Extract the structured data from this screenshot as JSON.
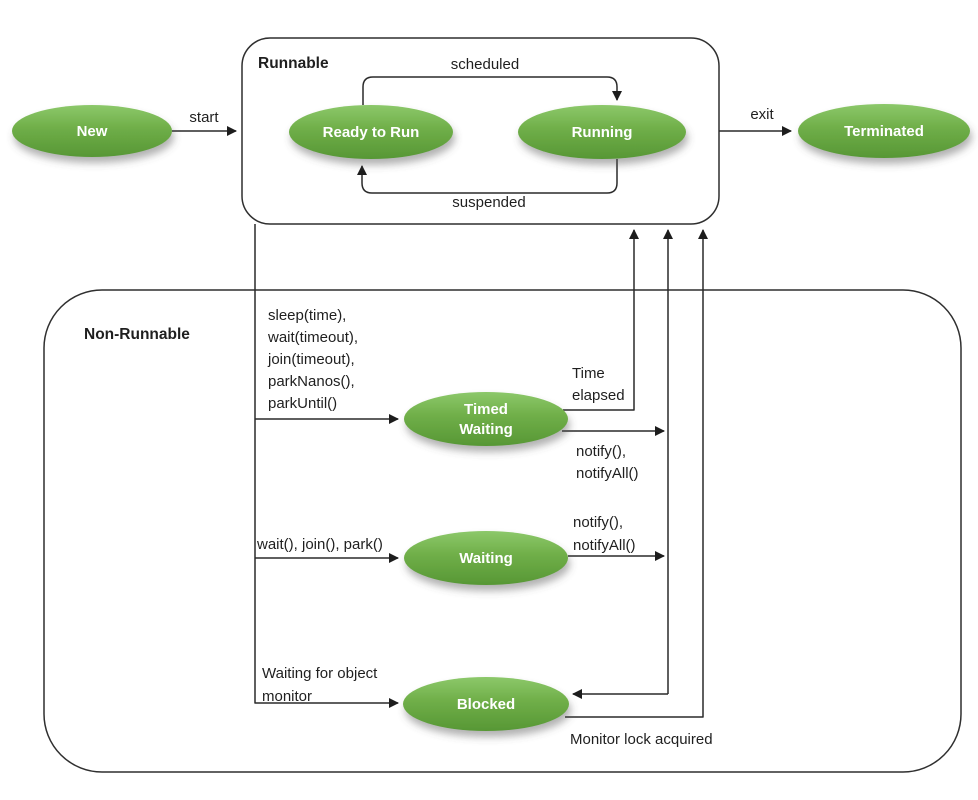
{
  "colors": {
    "ellipse_green_top": "#8cc86a",
    "ellipse_green_mid": "#6fae48",
    "ellipse_green_bottom": "#579735",
    "line": "#2a2a2a",
    "label_text": "#1f1f1f",
    "state_text": "#ffffff"
  },
  "containers": {
    "runnable": {
      "label": "Runnable"
    },
    "non_runnable": {
      "label": "Non-Runnable"
    }
  },
  "states": {
    "new": "New",
    "ready_to_run": "Ready to Run",
    "running": "Running",
    "terminated": "Terminated",
    "timed_waiting_line1": "Timed",
    "timed_waiting_line2": "Waiting",
    "waiting": "Waiting",
    "blocked": "Blocked"
  },
  "transitions": {
    "start": "start",
    "exit": "exit",
    "scheduled": "scheduled",
    "suspended": "suspended",
    "to_timed_waiting_line1": "sleep(time),",
    "to_timed_waiting_line2": "wait(timeout),",
    "to_timed_waiting_line3": "join(timeout),",
    "to_timed_waiting_line4": "parkNanos(),",
    "to_timed_waiting_line5": "parkUntil()",
    "time_elapsed_line1": "Time",
    "time_elapsed_line2": "elapsed",
    "timed_waiting_notify_line1": "notify(),",
    "timed_waiting_notify_line2": "notifyAll()",
    "to_waiting": "wait(), join(), park()",
    "waiting_notify_line1": "notify(),",
    "waiting_notify_line2": "notifyAll()",
    "to_blocked_line1": "Waiting for object",
    "to_blocked_line2": "monitor",
    "monitor_lock_acquired": "Monitor lock acquired"
  }
}
